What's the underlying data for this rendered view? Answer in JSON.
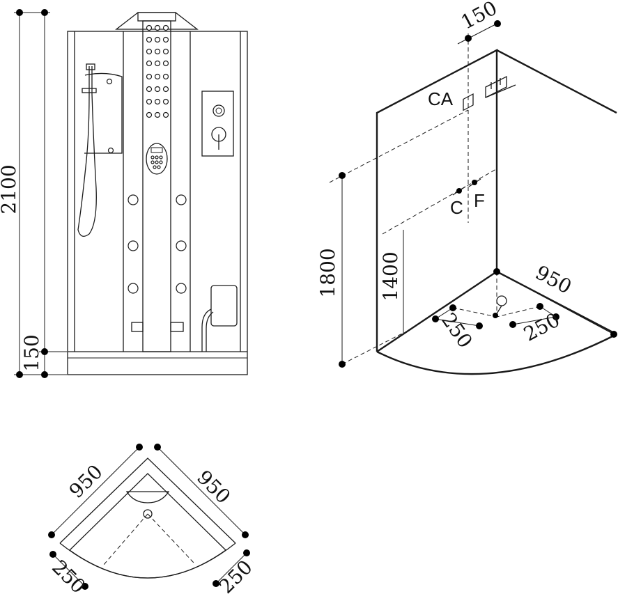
{
  "colors": {
    "line": "#1a1a1a",
    "background": "#ffffff",
    "dot": "#000000"
  },
  "front_view": {
    "dim_total_height": "2100",
    "dim_base_height": "150"
  },
  "iso_view": {
    "dim_top_offset": "150",
    "dim_connection_height": "1800",
    "dim_panel_height": "1400",
    "dim_side_width": "950",
    "dim_left_offset": "250",
    "dim_right_offset": "250",
    "label_ca": "CA",
    "label_c": "C",
    "label_f": "F"
  },
  "plan_view": {
    "dim_left_width": "950",
    "dim_right_width": "950",
    "dim_left_offset": "250",
    "dim_right_offset": "250"
  }
}
